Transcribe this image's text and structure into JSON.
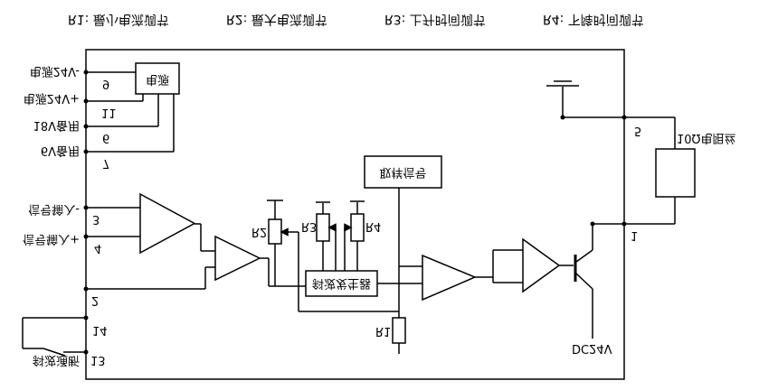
{
  "caption": {
    "r1": "R1: 最小电流调节",
    "r2": "R2: 最大电流调节",
    "r3": "R3: 上升时间调节",
    "r4": "R4: 下降时间调节"
  },
  "left_labels": {
    "supply_neg": "电源24V-",
    "supply_pos": "电源24V+",
    "standby_18v": "18V备用",
    "standby_6v": "6V备用",
    "signal_in_neg": "信号输入-",
    "signal_in_pos": "信号输入+",
    "switch_label": "斜波通断"
  },
  "pins": {
    "p9": "9",
    "p11": "11",
    "p6": "6",
    "p7": "7",
    "p3": "3",
    "p4": "4",
    "p2": "2",
    "p14": "14",
    "p13": "13",
    "p5": "5",
    "p1": "1"
  },
  "blocks": {
    "power": "电源",
    "ramp_generator": "斜波发生器",
    "sample_signal": "取样信号"
  },
  "resistors": {
    "r1": "R1",
    "r2": "R2",
    "r3": "R3",
    "r4": "R4"
  },
  "right_side": {
    "load_label": "10Ω电阻丝",
    "output_supply": "DC24V"
  },
  "colors": {
    "line": "#000000",
    "background": "#ffffff"
  }
}
